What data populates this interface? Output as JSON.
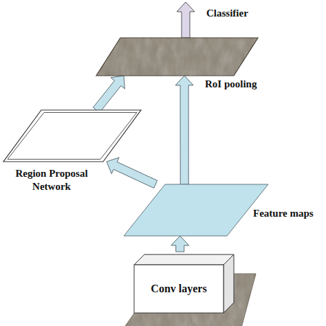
{
  "diagram": {
    "nodes": [
      {
        "text": [
          "RoI pooling"
        ]
      },
      {
        "text": [
          "Region Proposal Network"
        ]
      },
      {
        "text": [
          "Feature maps"
        ]
      },
      {
        "text": [
          "Conv layers"
        ]
      }
    ],
    "edges": [
      {
        "from": 3,
        "to": 2,
        "arrow": "to"
      },
      {
        "from": 2,
        "to": 1,
        "arrow": "to"
      },
      {
        "from": 1,
        "to": 0,
        "arrow": "to"
      },
      {
        "from": 2,
        "to": 0,
        "arrow": "to"
      }
    ],
    "labels": [
      "Classifier"
    ]
  }
}
